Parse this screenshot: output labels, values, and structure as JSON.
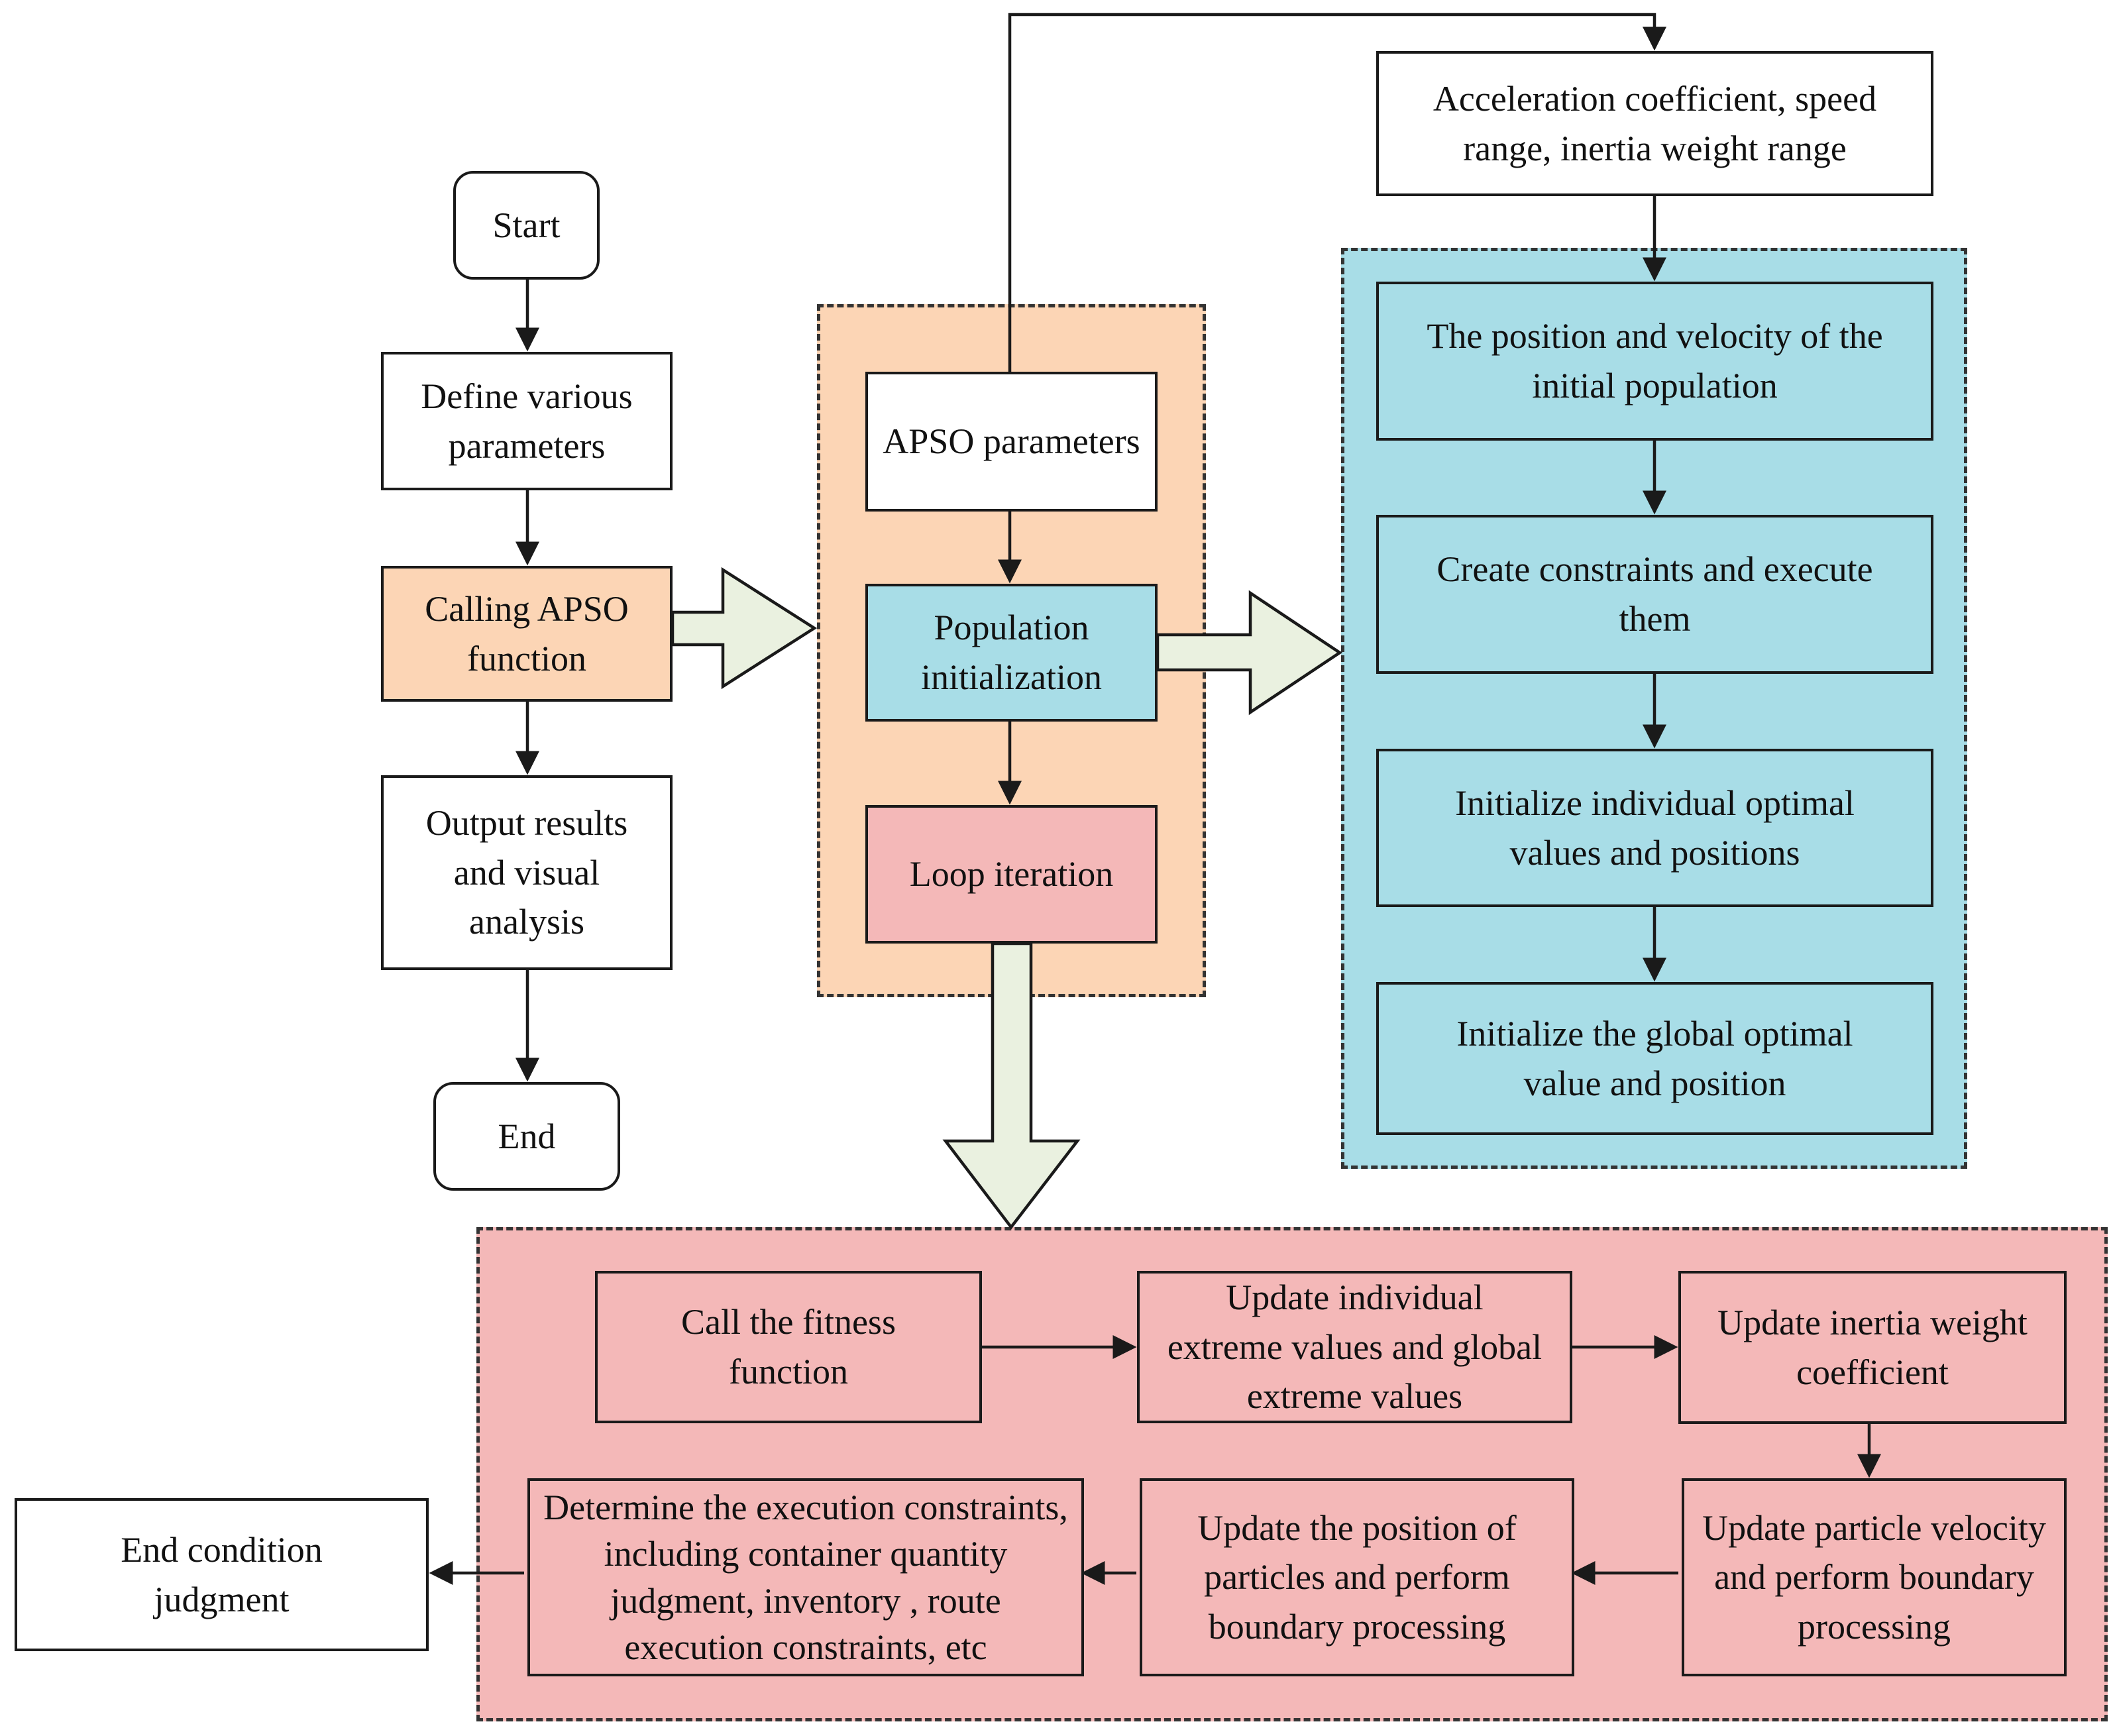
{
  "colors": {
    "white": "#ffffff",
    "peach": "#fcd5b5",
    "teal": "#a8dde7",
    "rose": "#f4b8b8",
    "big_arrow_fill": "#eaf1e0",
    "line": "#1a1a1a"
  },
  "nodes": {
    "start": "Start",
    "define_params": "Define various parameters",
    "calling_apso": "Calling APSO function",
    "output_results": "Output results and visual analysis",
    "end": "End",
    "apso_params": "APSO parameters",
    "population_init": "Population initialization",
    "loop_iteration": "Loop iteration",
    "accel_coeff": "Acceleration coefficient, speed range, inertia weight range",
    "init_position_velocity": "The position and velocity of the initial population",
    "create_constraints": "Create constraints and execute them",
    "init_individual_optimal": "Initialize individual optimal values and positions",
    "init_global_optimal": "Initialize the global optimal value and position",
    "call_fitness": "Call the fitness function",
    "update_extremes": "Update individual extreme values and global extreme values",
    "update_inertia": "Update inertia weight coefficient",
    "update_velocity": "Update particle velocity and perform boundary processing",
    "update_position": "Update the position of particles and perform boundary processing",
    "determine_constraints": "Determine the execution constraints, including container quantity judgment, inventory , route execution constraints, etc",
    "end_condition": "End condition judgment"
  }
}
